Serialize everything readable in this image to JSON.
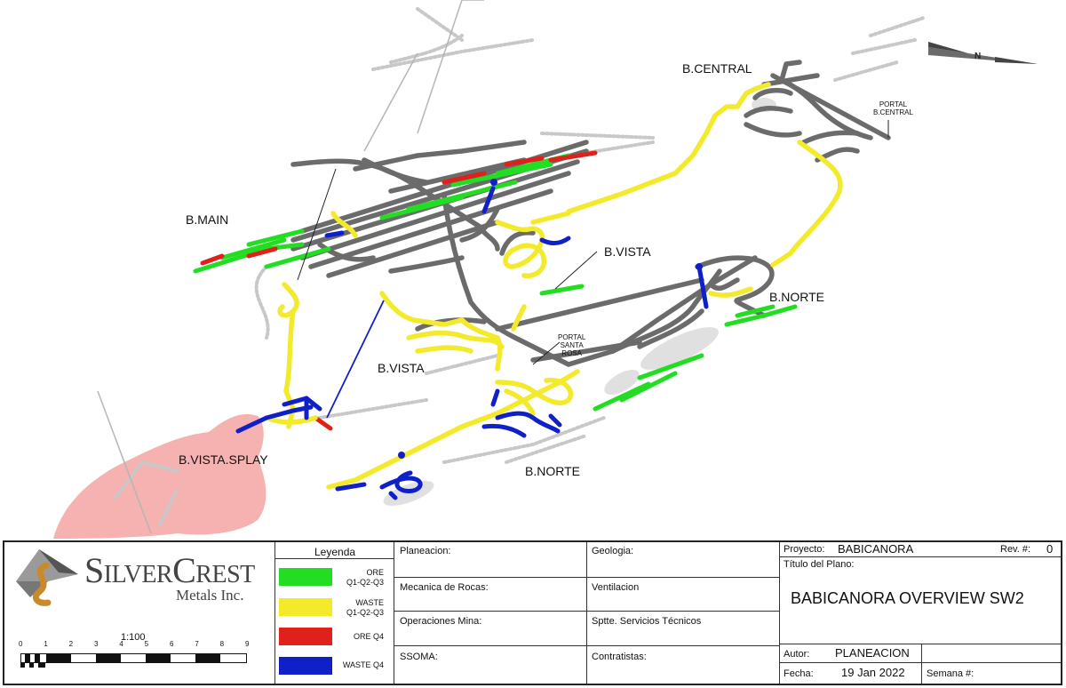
{
  "map": {
    "labels": {
      "b_central": "B.CENTRAL",
      "b_main": "B.MAIN",
      "b_vista_upper": "B.VISTA",
      "b_vista_lower": "B.VISTA",
      "b_norte_right": "B.NORTE",
      "b_norte_lower": "B.NORTE",
      "b_vista_splay": "B.VISTA.SPLAY",
      "portal_central_1": "PORTAL",
      "portal_central_2": "B.CENTRAL",
      "portal_santa_1": "PORTAL",
      "portal_santa_2": "SANTA",
      "portal_santa_3": "ROSA",
      "north_arrow": "N"
    },
    "colors": {
      "ore": "#22dd22",
      "waste": "#f2ea2a",
      "ore_q4": "#e0201a",
      "waste_q4": "#1020c8",
      "development": "#6b6b6b",
      "planned": "#c8c8c8",
      "splay": "#f4a3a3"
    }
  },
  "company": {
    "name_line1": "SilverCrest",
    "name_line2": "Metals Inc."
  },
  "scale": {
    "label": "1:100",
    "ticks": [
      "0",
      "1",
      "2",
      "3",
      "4",
      "5",
      "6",
      "7",
      "8",
      "9"
    ]
  },
  "legend": {
    "title": "Leyenda",
    "items": [
      {
        "line1": "ORE",
        "line2": "Q1-Q2-Q3",
        "color": "#22dd22"
      },
      {
        "line1": "WASTE",
        "line2": "Q1-Q2-Q3",
        "color": "#f2ea2a"
      },
      {
        "line1": "ORE Q4",
        "line2": "",
        "color": "#e0201a"
      },
      {
        "line1": "WASTE Q4",
        "line2": "",
        "color": "#1020c8"
      }
    ]
  },
  "signoffs": {
    "planeacion": "Planeacion:",
    "geologia": "Geologia:",
    "mecanica": "Mecanica de Rocas:",
    "ventilacion": "Ventilacion",
    "operaciones": "Operaciones Mina:",
    "sptte": "Sptte. Servicios Técnicos",
    "ssoma": "SSOMA:",
    "contratistas": "Contratistas:"
  },
  "titleblock": {
    "proyecto_label": "Proyecto:",
    "proyecto_value": "BABICANORA",
    "rev_label": "Rev. #:",
    "rev_value": "0",
    "titulo_label": "Título del Plano:",
    "titulo_value": "BABICANORA OVERVIEW SW2",
    "autor_label": "Autor:",
    "autor_value": "PLANEACION",
    "fecha_label": "Fecha:",
    "fecha_value": "19 Jan 2022",
    "semana_label": "Semana #:"
  }
}
